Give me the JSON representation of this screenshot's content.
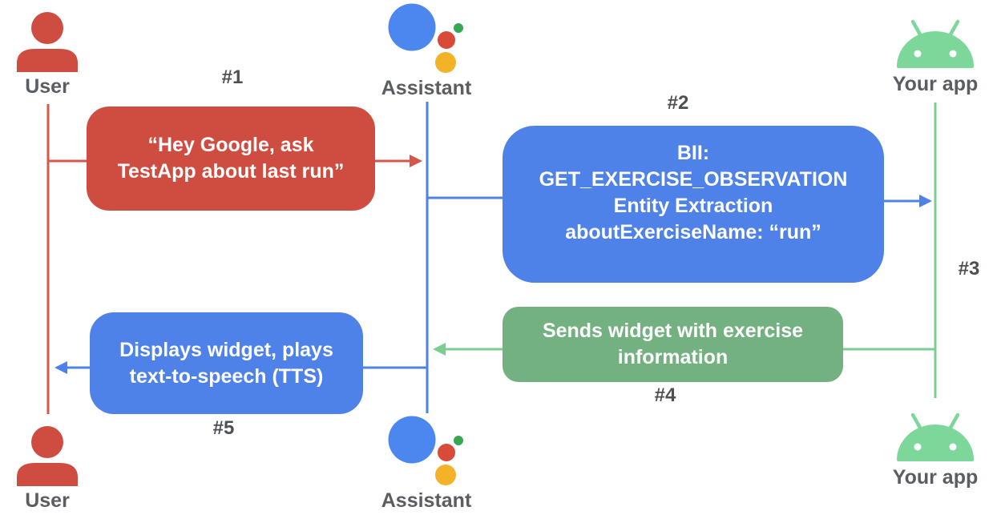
{
  "actors": {
    "user": {
      "label": "User"
    },
    "assistant": {
      "label": "Assistant"
    },
    "app": {
      "label": "Your app"
    }
  },
  "messages": {
    "step1": {
      "badge": "#1",
      "text": "“Hey Google, ask\nTestApp about last run”"
    },
    "step2": {
      "badge": "#2",
      "text": "BII:\nGET_EXERCISE_OBSERVATION\nEntity Extraction\naboutExerciseName: “run”"
    },
    "step3": {
      "badge": "#3"
    },
    "step4": {
      "badge": "#4",
      "text": "Sends widget with exercise\ninformation"
    },
    "step5": {
      "badge": "#5",
      "text": "Displays widget, plays\ntext-to-speech (TTS)"
    }
  },
  "icons": {
    "user": "person-icon",
    "assistant": "google-assistant-logo-icon",
    "app": "android-robot-icon"
  },
  "colors": {
    "user_red": "#CF4C40",
    "red_line": "#D4574B",
    "assistant_blue": "#4E82E9",
    "box_green": "#74B181",
    "android_green": "#7ED79A",
    "green_line": "#7CCD92",
    "label_gray": "#5A5E63",
    "badge_gray": "#4C5054",
    "logo_blue": "#4C86EF",
    "logo_red": "#DA4A38",
    "logo_yellow": "#F2B329",
    "logo_green": "#36A852",
    "box_text_white": "#FFFFFF"
  }
}
